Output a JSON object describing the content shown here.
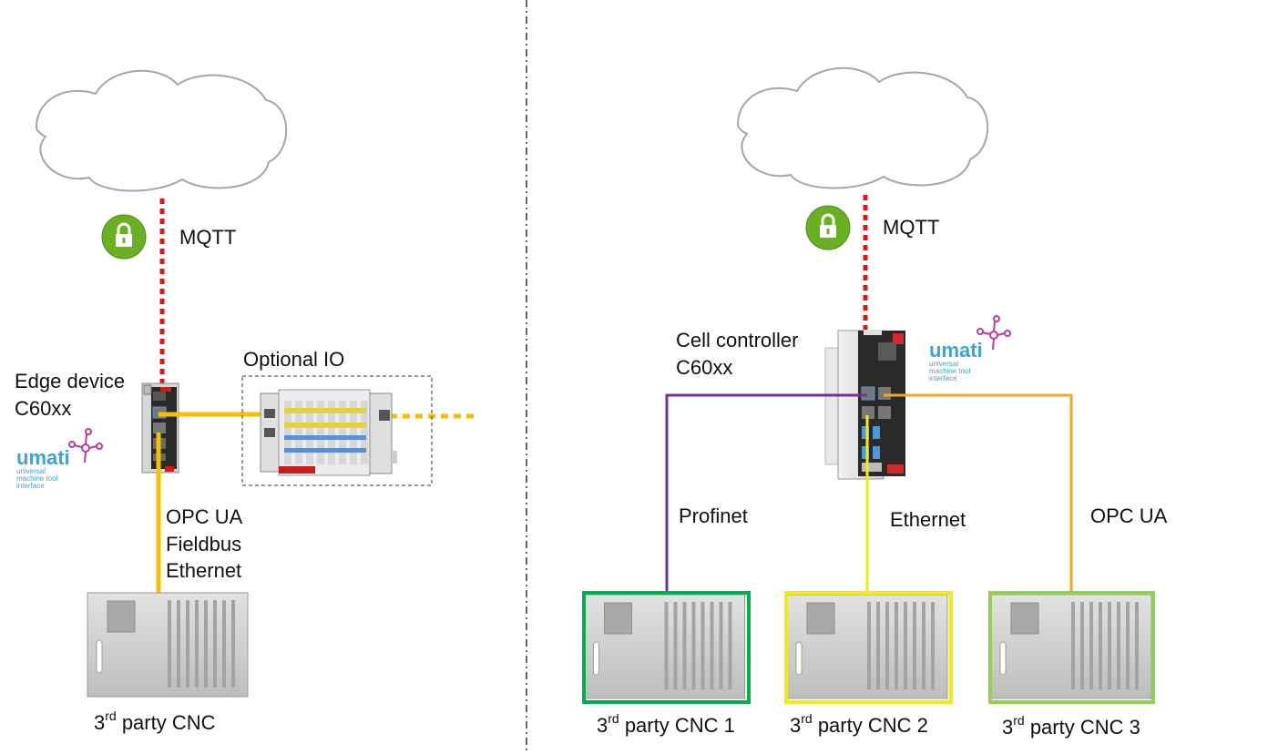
{
  "left": {
    "protocol_label": "MQTT",
    "device": {
      "line1": "Edge device",
      "line2": "C60xx"
    },
    "optional_io_label": "Optional IO",
    "connection_labels": [
      "OPC UA",
      "Fieldbus",
      "Ethernet"
    ],
    "cnc": {
      "prefix": "3",
      "superscript": "rd",
      "suffix": " party CNC"
    }
  },
  "right": {
    "protocol_label": "MQTT",
    "controller": {
      "line1": "Cell controller",
      "line2": "C60xx"
    },
    "links": [
      {
        "label": "Profinet",
        "color": "#7030a0"
      },
      {
        "label": "Ethernet",
        "color": "#f5ea14"
      },
      {
        "label": "OPC UA",
        "color": "#f5a623"
      }
    ],
    "cncs": [
      {
        "prefix": "3",
        "superscript": "rd",
        "suffix": " party CNC 1",
        "border": "#00b050"
      },
      {
        "prefix": "3",
        "superscript": "rd",
        "suffix": " party CNC 2",
        "border": "#f5ea14"
      },
      {
        "prefix": "3",
        "superscript": "rd",
        "suffix": " party CNC 3",
        "border": "#92d050"
      }
    ]
  },
  "umati": {
    "word": "umati",
    "line1": "universal",
    "line2": "machine tool",
    "line3": "interface"
  },
  "colors": {
    "mqtt": "#e31414",
    "fieldbus": "#f5c000",
    "lock": "#6ab023",
    "umati_text": "#3aa6d8",
    "umati_nodes": "#c23a9a"
  },
  "icons": [
    "cloud-icon",
    "lock-icon",
    "umati-logo",
    "edge-device-icon",
    "io-terminal-icon",
    "cell-controller-icon",
    "cnc-machine-icon"
  ]
}
